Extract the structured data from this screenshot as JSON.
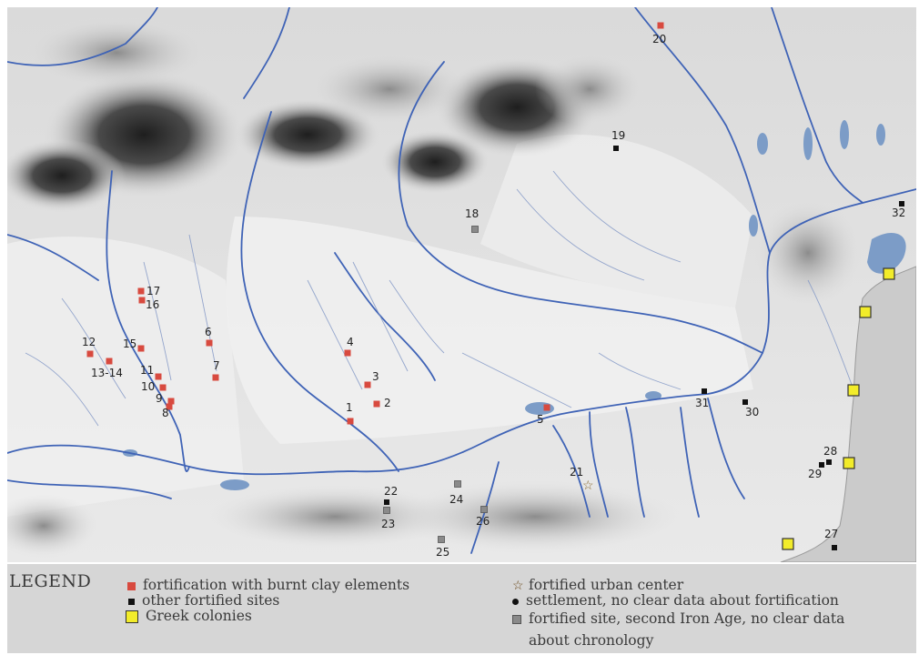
{
  "legend": {
    "title": "LEGEND",
    "items": {
      "burnt_clay": "fortification with burnt clay elements",
      "other_fortified": "other fortified sites",
      "greek_colonies": "Greek colonies",
      "urban_center": "fortified urban center",
      "settlement": "settlement, no clear data about fortification",
      "second_iron_age_line1": "fortified site, second Iron Age, no clear data",
      "second_iron_age_line2": "about chronology"
    }
  },
  "colors": {
    "burnt_clay": "#d84a3f",
    "other_fortified": "#111111",
    "greek": "#f2ec2a",
    "second_iron_age": "#8a8a8a",
    "river": "#3f63b6",
    "lake": "#7c9cc7",
    "sea": "#cbcbcb"
  },
  "sites": [
    {
      "label": "1",
      "kind": "burnt_clay"
    },
    {
      "label": "2",
      "kind": "burnt_clay"
    },
    {
      "label": "3",
      "kind": "burnt_clay"
    },
    {
      "label": "4",
      "kind": "burnt_clay"
    },
    {
      "label": "5",
      "kind": "burnt_clay"
    },
    {
      "label": "6",
      "kind": "burnt_clay"
    },
    {
      "label": "7",
      "kind": "burnt_clay"
    },
    {
      "label": "8",
      "kind": "burnt_clay"
    },
    {
      "label": "9",
      "kind": "burnt_clay"
    },
    {
      "label": "10",
      "kind": "burnt_clay"
    },
    {
      "label": "11",
      "kind": "burnt_clay"
    },
    {
      "label": "12",
      "kind": "burnt_clay"
    },
    {
      "label": "13-14",
      "kind": "burnt_clay"
    },
    {
      "label": "15",
      "kind": "burnt_clay"
    },
    {
      "label": "16",
      "kind": "burnt_clay"
    },
    {
      "label": "17",
      "kind": "burnt_clay"
    },
    {
      "label": "18",
      "kind": "second_iron_age"
    },
    {
      "label": "19",
      "kind": "other_fortified"
    },
    {
      "label": "20",
      "kind": "burnt_clay"
    },
    {
      "label": "21",
      "kind": "urban_center"
    },
    {
      "label": "22",
      "kind": "other_fortified"
    },
    {
      "label": "23",
      "kind": "second_iron_age"
    },
    {
      "label": "24",
      "kind": "second_iron_age"
    },
    {
      "label": "25",
      "kind": "second_iron_age"
    },
    {
      "label": "26",
      "kind": "second_iron_age"
    },
    {
      "label": "27",
      "kind": "other_fortified"
    },
    {
      "label": "28",
      "kind": "other_fortified"
    },
    {
      "label": "29",
      "kind": "other_fortified"
    },
    {
      "label": "30",
      "kind": "other_fortified"
    },
    {
      "label": "31",
      "kind": "other_fortified"
    },
    {
      "label": "32",
      "kind": "other_fortified"
    }
  ],
  "greek_colony_count": 5
}
